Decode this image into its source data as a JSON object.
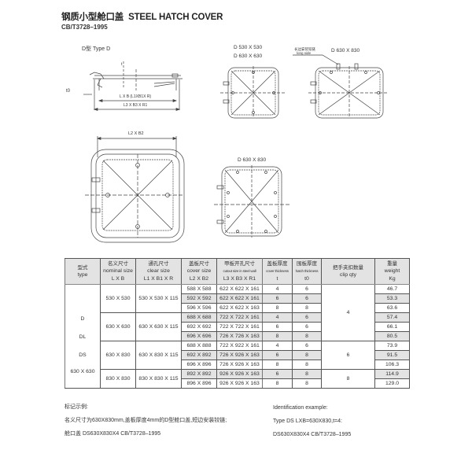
{
  "header": {
    "title_cn": "钢质小型舱口盖",
    "title_en": "STEEL HATCH COVER",
    "standard": "CB/T3728–1995"
  },
  "drawings": {
    "section_view": {
      "label": "D型  Type D",
      "dim_t": "t",
      "dim_t0": "t0",
      "dim_lb": "L X B (L1XB1X R)",
      "dim_l3": "L3 X B3 X R1"
    },
    "small_plan": {
      "label_1": "D 530 X 530",
      "label_2": "D 630 X 630"
    },
    "long_plan": {
      "label": "D 630 X 830",
      "hinge_note_cn": "长边安装铰链",
      "hinge_note_en": "long side"
    },
    "large_plan": {
      "label": "L2 X B2"
    },
    "square_plan": {
      "label": "D 630 X 830"
    }
  },
  "table": {
    "headers": [
      {
        "cn": "型式",
        "en": "type",
        "en2": ""
      },
      {
        "cn": "名义尺寸",
        "en": "nominal size",
        "en2": "L X B"
      },
      {
        "cn": "通孔尺寸",
        "en": "clear size",
        "en2": "L1 X B1 X R"
      },
      {
        "cn": "盖板尺寸",
        "en": "cover size",
        "en2": "L2 X B2"
      },
      {
        "cn": "甲板开孔尺寸",
        "en": "cutout size in steel wall",
        "en2": "L3 X B3 X R1"
      },
      {
        "cn": "盖板厚度",
        "en": "cover thickness",
        "en2": "t"
      },
      {
        "cn": "围板厚度",
        "en": "hatch thickness",
        "en2": "t0"
      },
      {
        "cn": "把手夹扣数量",
        "en": "clip qty",
        "en2": ""
      },
      {
        "cn": "重量",
        "en": "weight",
        "en2": "Kg"
      }
    ],
    "type_labels": [
      "D",
      "DL",
      "DS",
      "630 X 630"
    ],
    "groups": [
      {
        "nominal": "530 X 530",
        "clear": "530 X 530 X 115"
      },
      {
        "nominal": "630 X 630",
        "clear": "630 X 630 X 115"
      },
      {
        "nominal": "630 X 830",
        "clear": "630 X 830 X 115"
      },
      {
        "nominal": "830 X 830",
        "clear": "830 X 830 X 115"
      }
    ],
    "clip_qty": [
      "4",
      "6",
      "8"
    ],
    "rows": [
      {
        "cover": "588 X 588",
        "cutout": "622 X 622 X 161",
        "t": "4",
        "t0": "6",
        "weight": "46.7"
      },
      {
        "cover": "592 X 592",
        "cutout": "622 X 622 X 161",
        "t": "6",
        "t0": "6",
        "weight": "53.3"
      },
      {
        "cover": "596 X 596",
        "cutout": "622 X 622 X 163",
        "t": "8",
        "t0": "8",
        "weight": "63.6"
      },
      {
        "cover": "688 X 688",
        "cutout": "722 X 722 X 161",
        "t": "4",
        "t0": "6",
        "weight": "57.4"
      },
      {
        "cover": "692 X 692",
        "cutout": "722 X 722 X 161",
        "t": "6",
        "t0": "6",
        "weight": "66.1"
      },
      {
        "cover": "696 X 696",
        "cutout": "726 X 726 X 163",
        "t": "8",
        "t0": "8",
        "weight": "80.5"
      },
      {
        "cover": "688 X 888",
        "cutout": "722 X 922 X 161",
        "t": "4",
        "t0": "6",
        "weight": "73.9"
      },
      {
        "cover": "692 X 892",
        "cutout": "726 X 926 X 163",
        "t": "6",
        "t0": "8",
        "weight": "91.5"
      },
      {
        "cover": "696 X 896",
        "cutout": "726 X 926 X 163",
        "t": "8",
        "t0": "8",
        "weight": "106.3"
      },
      {
        "cover": "892 X 892",
        "cutout": "926 X 926 X 163",
        "t": "6",
        "t0": "8",
        "weight": "114.9"
      },
      {
        "cover": "896 X 896",
        "cutout": "926 X 926 X 163",
        "t": "8",
        "t0": "8",
        "weight": "129.0"
      }
    ]
  },
  "example": {
    "cn_heading": "标记示例:",
    "cn_line1": "名义尺寸为630X830mm,盖板厚度4mm的D型舱口盖,短边安装铰链;",
    "cn_line2": "舱口盖  DS630X830X4 CB/T3728–1995",
    "en_heading": "Identification example:",
    "en_line1": "Type DS LXB=630X830,t=4:",
    "en_line2": "DS630X830X4 CB/T3728–1995"
  }
}
